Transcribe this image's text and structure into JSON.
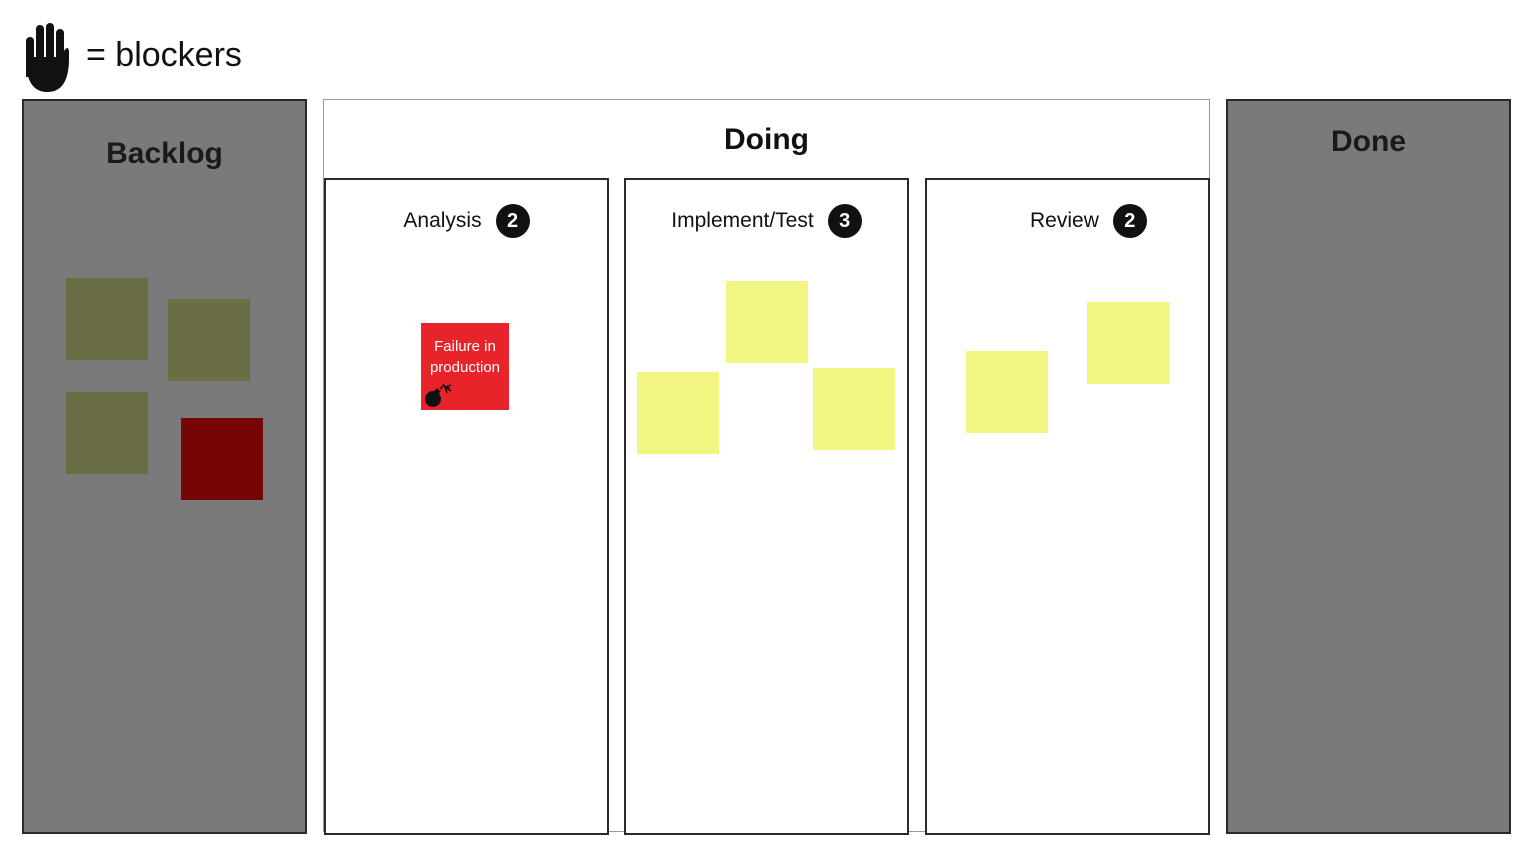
{
  "legend": {
    "icon": "hand-stop-icon",
    "text": "= blockers"
  },
  "columns": {
    "backlog": {
      "title": "Backlog"
    },
    "doing": {
      "title": "Doing",
      "stages": [
        {
          "title": "Analysis",
          "wip_limit": "2"
        },
        {
          "title": "Implement/Test",
          "wip_limit": "3"
        },
        {
          "title": "Review",
          "wip_limit": "2"
        }
      ]
    },
    "done": {
      "title": "Done"
    }
  },
  "cards": {
    "analysis_blocked": {
      "text": "Failure in production",
      "icon": "bomb-icon"
    }
  },
  "colors": {
    "column_gray": "#7a7a7a",
    "card_olive": "#6b6d44",
    "card_dark_red": "#760506",
    "card_yellow": "#f3f583",
    "card_red": "#e82329",
    "wip_badge": "#111111"
  }
}
